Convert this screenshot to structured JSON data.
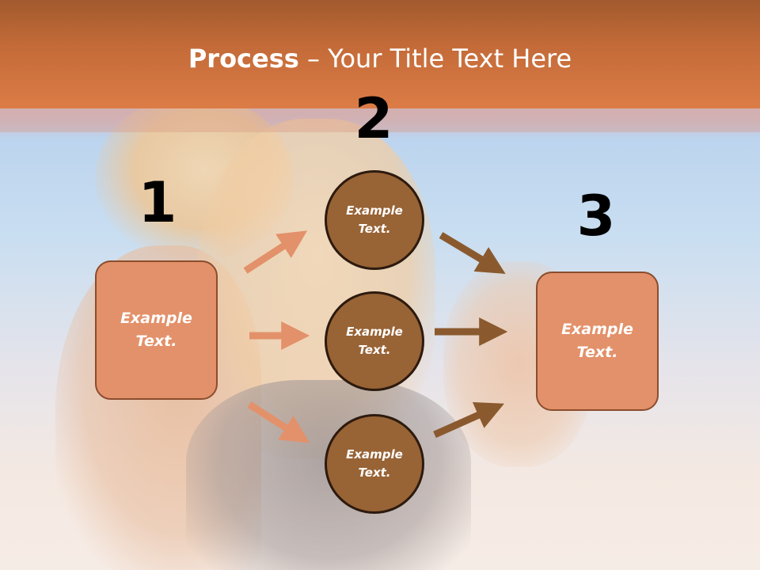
{
  "title": {
    "bold": "Process",
    "rest": " – Your Title Text Here"
  },
  "steps": [
    {
      "number": "1",
      "label": "Example Text."
    },
    {
      "number": "2",
      "items": [
        "Example Text.",
        "Example Text.",
        "Example Text."
      ]
    },
    {
      "number": "3",
      "label": "Example Text."
    }
  ],
  "colors": {
    "banner": "#dc7c46",
    "box_fill": "#e3916a",
    "box_border": "#8a4d2e",
    "circle_fill": "#986335",
    "circle_border": "#2c1a0e",
    "left_arrows": "#e3916a",
    "right_arrows": "#8a5a2e"
  }
}
